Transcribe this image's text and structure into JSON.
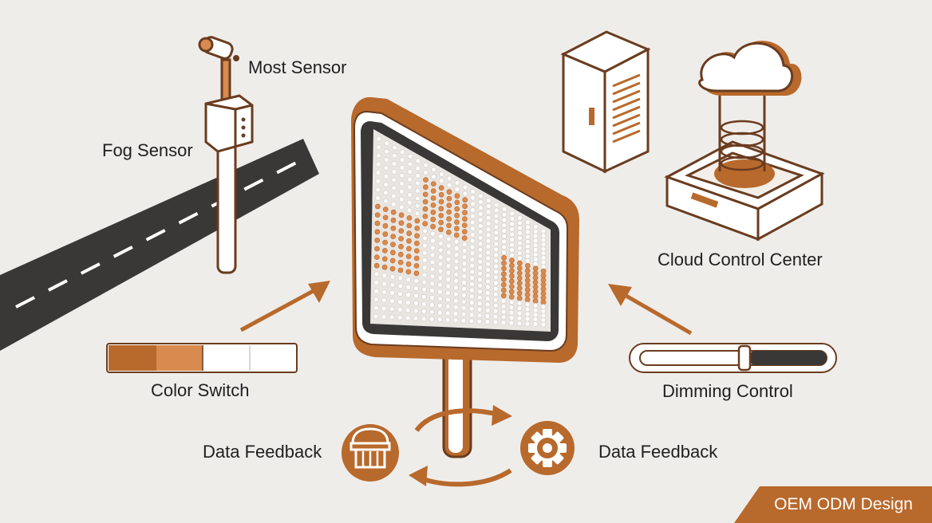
{
  "labels": {
    "most_sensor": "Most Sensor",
    "fog_sensor": "Fog Sensor",
    "cloud_control_center": "Cloud Control Center",
    "color_switch": "Color Switch",
    "dimming_control": "Dimming Control",
    "data_feedback_left": "Data Feedback",
    "data_feedback_right": "Data Feedback"
  },
  "badge": {
    "text": "OEM ODM Design"
  },
  "colors": {
    "background": "#efedea",
    "accent": "#b8692c",
    "accent_light": "#d98a4e",
    "dark": "#3a3836",
    "outline": "#6a3c1f",
    "white": "#ffffff"
  },
  "icons": {
    "sensor": "sensor-icon",
    "server": "server-rack-icon",
    "cloud": "cloud-icon",
    "store": "storefront-icon",
    "gear": "gear-icon"
  }
}
